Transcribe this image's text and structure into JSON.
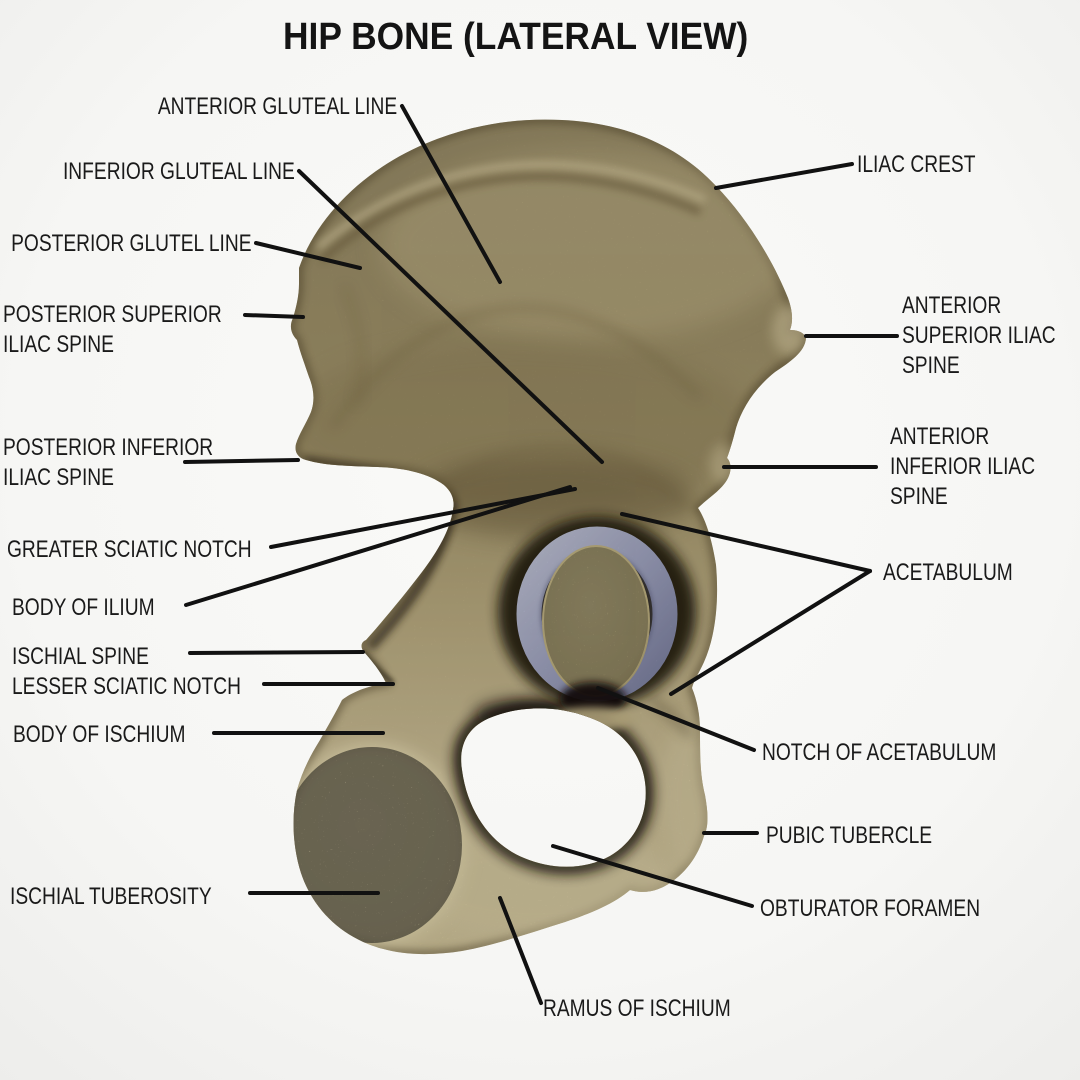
{
  "title": "HIP BONE (LATERAL VIEW)",
  "labels": [
    {
      "id": "anterior-gluteal-line",
      "text": "ANTERIOR GLUTEAL LINE"
    },
    {
      "id": "inferior-gluteal-line",
      "text": "INFERIOR GLUTEAL LINE"
    },
    {
      "id": "posterior-glutel-line",
      "text": "POSTERIOR GLUTEL LINE"
    },
    {
      "id": "posterior-superior-iliac-spine",
      "text": "POSTERIOR SUPERIOR ILIAC SPINE"
    },
    {
      "id": "posterior-inferior-iliac-spine",
      "text": "POSTERIOR INFERIOR ILIAC SPINE"
    },
    {
      "id": "greater-sciatic-notch",
      "text": "GREATER SCIATIC NOTCH"
    },
    {
      "id": "body-of-ilium",
      "text": "BODY OF ILIUM"
    },
    {
      "id": "ischial-spine",
      "text": "ISCHIAL SPINE"
    },
    {
      "id": "lesser-sciatic-notch",
      "text": "LESSER SCIATIC NOTCH"
    },
    {
      "id": "body-of-ischium",
      "text": "BODY OF ISCHIUM"
    },
    {
      "id": "ischial-tuberosity",
      "text": "ISCHIAL TUBEROSITY"
    },
    {
      "id": "ramus-of-ischium",
      "text": "RAMUS OF ISCHIUM"
    },
    {
      "id": "iliac-crest",
      "text": "ILIAC CREST"
    },
    {
      "id": "anterior-superior-iliac-spine",
      "text": "ANTERIOR SUPERIOR ILIAC SPINE"
    },
    {
      "id": "anterior-inferior-iliac-spine",
      "text": "ANTERIOR INFERIOR ILIAC SPINE"
    },
    {
      "id": "acetabulum",
      "text": "ACETABULUM"
    },
    {
      "id": "notch-of-acetabulum",
      "text": "NOTCH OF ACETABULUM"
    },
    {
      "id": "pubic-tubercle",
      "text": "PUBIC TUBERCLE"
    },
    {
      "id": "obturator-foramen",
      "text": "OBTURATOR FORAMEN"
    }
  ],
  "colors": {
    "background": "#f7f7f5",
    "bone_base": "#b3a478",
    "bone_highlight": "#d8cba2",
    "bone_pale": "#eadfb5",
    "bone_shadow": "#6e5f3d",
    "crevice_dark": "#241c10",
    "socket_rim_lavender": "#a3a7c4",
    "acetabular_fossa": "#c9bc8b",
    "leader_line": "#111111",
    "label_text": "#1a1a1a"
  }
}
